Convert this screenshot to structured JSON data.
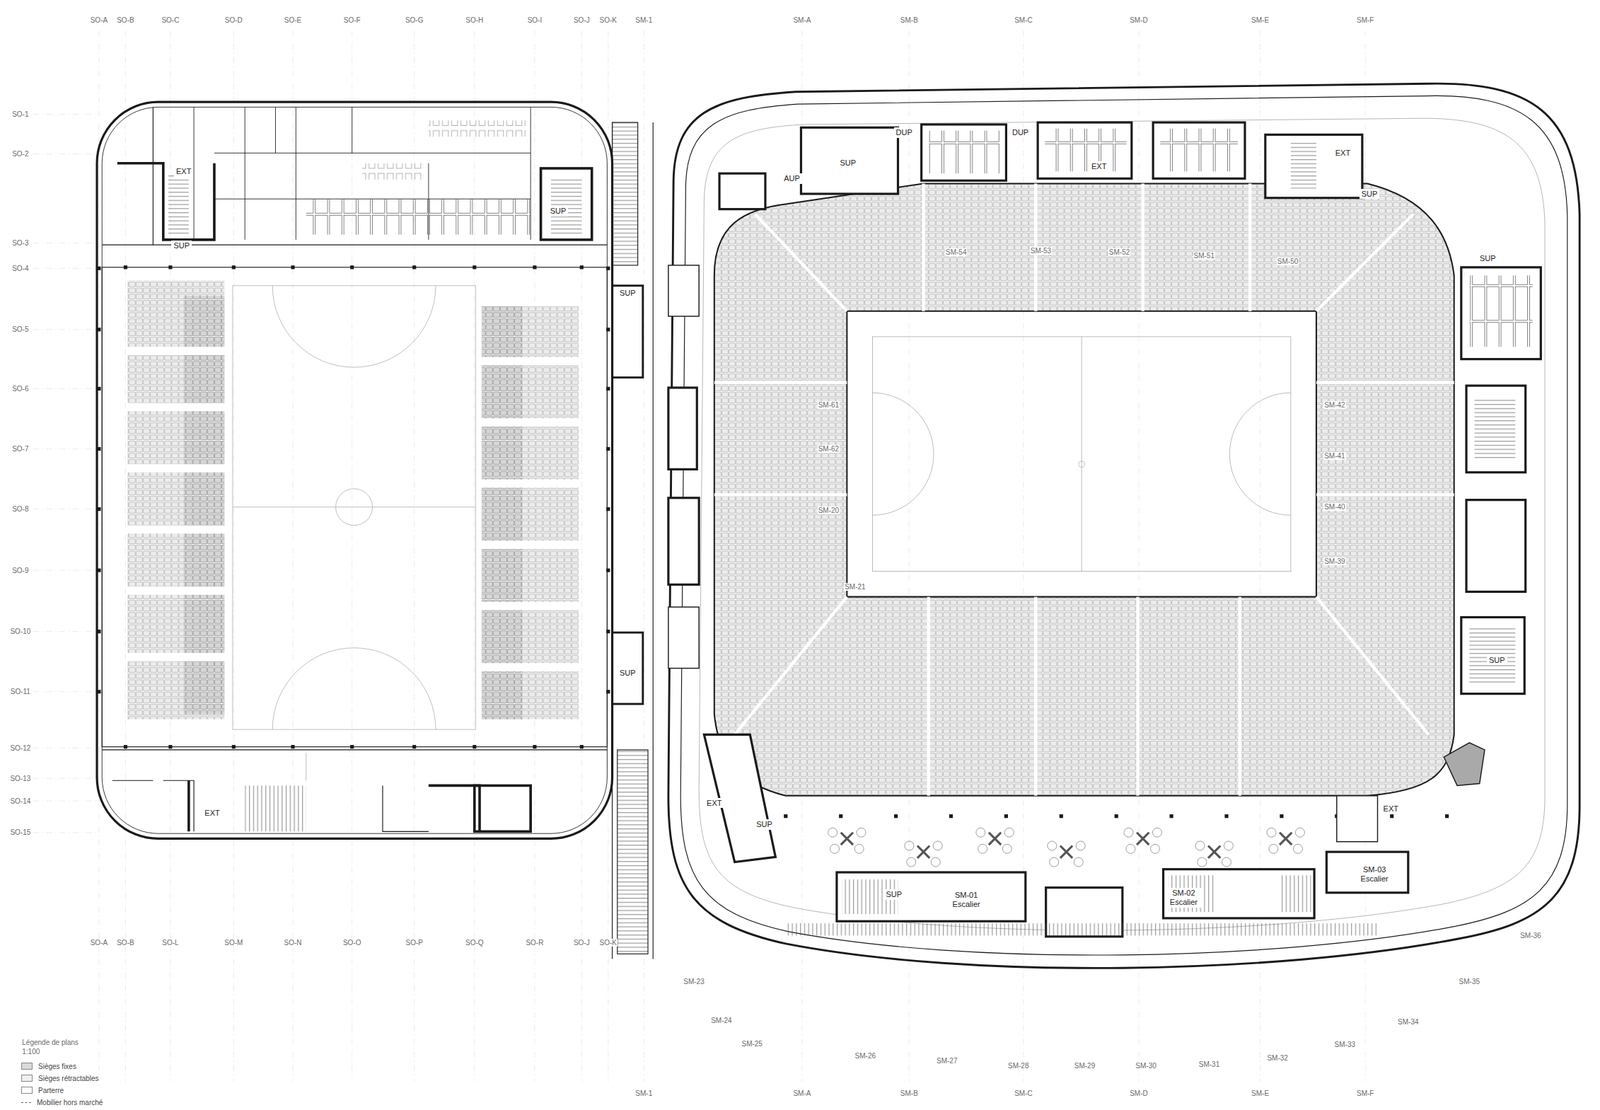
{
  "diagram": {
    "nodes": [
      {
        "text": [
          "EXT"
        ]
      },
      {
        "text": [
          "SUP"
        ]
      },
      {
        "text": [
          "SUP"
        ]
      },
      {
        "text": [
          "EXT"
        ]
      },
      {
        "text": [
          "SUP"
        ]
      },
      {
        "text": [
          "SUP"
        ]
      },
      {
        "text": [
          "AUP"
        ]
      },
      {
        "text": [
          "SUP"
        ]
      },
      {
        "text": [
          "DUP"
        ]
      },
      {
        "text": [
          "EXT"
        ]
      },
      {
        "text": [
          "DUP"
        ]
      },
      {
        "text": [
          "EXT"
        ]
      },
      {
        "text": [
          "SUP"
        ]
      },
      {
        "text": [
          "SUP"
        ]
      },
      {
        "text": [
          "EXT"
        ]
      },
      {
        "text": [
          "SUP"
        ]
      },
      {
        "text": [
          "SUP"
        ]
      },
      {
        "text": [
          "SM-01 Escalier"
        ]
      },
      {
        "text": [
          "SM-02 Escalier"
        ]
      },
      {
        "text": [
          "SM-03 Escalier"
        ]
      },
      {
        "text": [
          "EXT"
        ]
      },
      {
        "text": [
          "SUP"
        ]
      }
    ],
    "labels": [
      "SO-A",
      "SO-B",
      "SO-C",
      "SO-D",
      "SO-E",
      "SO-F",
      "SO-G",
      "SO-H",
      "SO-I",
      "SO-J",
      "SO-K",
      "SM-1",
      "SM-A",
      "SM-B",
      "SM-C",
      "SM-D",
      "SM-E",
      "SM-F",
      "SO-1",
      "SO-2",
      "SO-3",
      "SO-4",
      "SO-5",
      "SO-6",
      "SO-7",
      "SO-8",
      "SO-9",
      "SO-10",
      "SO-11",
      "SO-12",
      "SO-13",
      "SO-14",
      "SO-15",
      "SO-A",
      "SO-B",
      "SO-L",
      "SO-M",
      "SO-N",
      "SO-O",
      "SO-P",
      "SO-Q",
      "SO-R",
      "SO-J",
      "SO-K",
      "SM-1",
      "SM-A",
      "SM-B",
      "SM-C",
      "SM-D",
      "SM-E",
      "SM-F",
      "SM-23",
      "SM-24",
      "SM-25",
      "SM-26",
      "SM-27",
      "SM-28",
      "SM-29",
      "SM-30",
      "SM-31",
      "SM-32",
      "SM-33",
      "SM-34",
      "SM-35",
      "SM-36",
      "SM-54",
      "SM-53",
      "SM-52",
      "SM-51",
      "SM-50",
      "SM-61",
      "SM-62",
      "SM-20",
      "SM-21",
      "SM-42",
      "SM-41",
      "SM-40",
      "SM-39",
      "Légende de plans",
      "1:100"
    ],
    "legend": [
      {
        "text": "Sièges fixes",
        "color": "#d9d9d9"
      },
      {
        "text": "Sièges rétractables",
        "color": "#efefef"
      },
      {
        "text": "Parterre",
        "color": "#ffffff"
      },
      {
        "text": "Mobilier hors marché"
      }
    ]
  }
}
